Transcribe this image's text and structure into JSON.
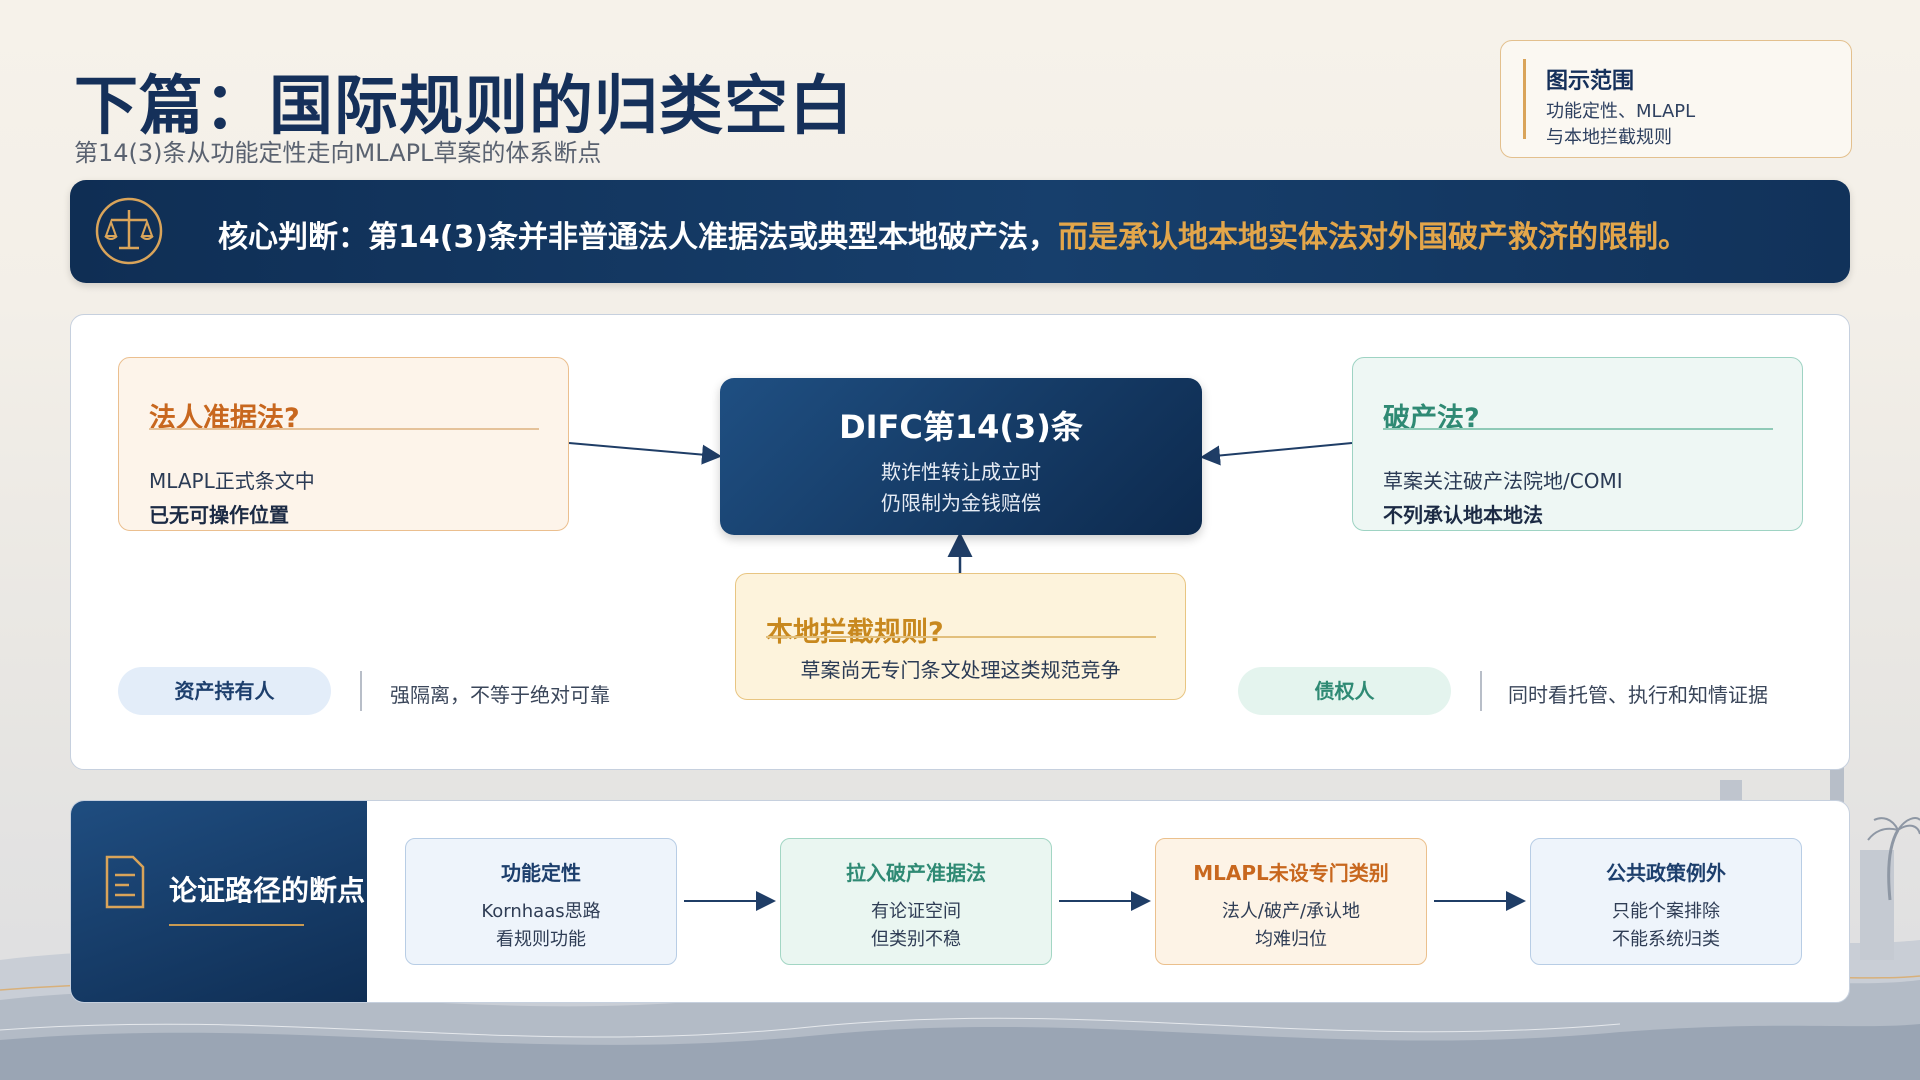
{
  "header": {
    "title": "下篇：国际规则的归类空白",
    "subtitle": "第14(3)条从功能定性走向MLAPL草案的体系断点"
  },
  "scope": {
    "title": "图示范围",
    "lines": [
      "功能定性、MLAPL",
      "与本地拦截规则"
    ]
  },
  "core": {
    "text": "核心判断：第14(3)条并非普通法人准据法或典型本地破产法，",
    "highlight": "而是承认地本地实体法对外国破产救济的限制。",
    "icon": "scales-icon"
  },
  "diagram": {
    "left": {
      "title": "法人准据法?",
      "body": "MLAPL正式条文中",
      "strong": "已无可操作位置"
    },
    "center": {
      "title": "DIFC第14(3)条",
      "lines": [
        "欺诈性转让成立时",
        "仍限制为金钱赔偿"
      ]
    },
    "right": {
      "title": "破产法?",
      "body": "草案关注破产法院地/COMI",
      "strong": "不列承认地本地法"
    },
    "bottom": {
      "title": "本地拦截规则?",
      "body": "草案尚无专门条文处理这类规范竞争"
    },
    "asset_holder": {
      "label": "资产持有人",
      "note": "强隔离，不等于绝对可靠"
    },
    "creditor": {
      "label": "债权人",
      "note": "同时看托管、执行和知情证据"
    }
  },
  "path": {
    "title": "论证路径的断点",
    "icon": "document-icon",
    "steps": [
      {
        "title": "功能定性",
        "lines": [
          "Kornhaas思路",
          "看规则功能"
        ],
        "color": "#1d3f6d"
      },
      {
        "title": "拉入破产准据法",
        "lines": [
          "有论证空间",
          "但类别不稳"
        ],
        "color": "#2f8a74"
      },
      {
        "title": "MLAPL未设专门类别",
        "lines": [
          "法人/破产/承认地",
          "均难归位"
        ],
        "color": "#c8671e"
      },
      {
        "title": "公共政策例外",
        "lines": [
          "只能个案排除",
          "不能系统归类"
        ],
        "color": "#1d3f6d"
      }
    ]
  },
  "colors": {
    "navy": "#15305a",
    "gold": "#e3a64a",
    "orange": "#c8671e",
    "teal": "#2f8a74"
  }
}
